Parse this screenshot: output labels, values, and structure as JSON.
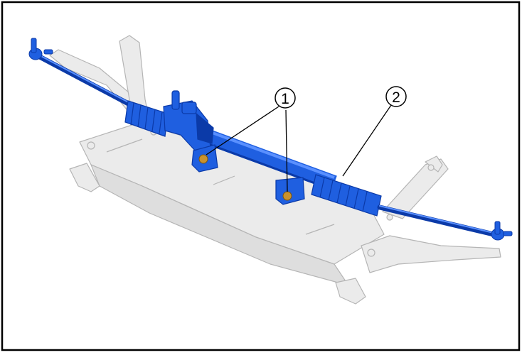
{
  "figure": {
    "callouts": [
      {
        "id": "callout-1",
        "label": "1"
      },
      {
        "id": "callout-2",
        "label": "2"
      }
    ]
  },
  "colors": {
    "frame": "#000000",
    "subframe_fill": "#e9e9e9",
    "subframe_edge": "#b8b8b8",
    "rack_blue": "#1f5fe0",
    "rack_dark": "#0b3aa8",
    "rack_light": "#5a90ff",
    "bolt": "#c9922e"
  }
}
